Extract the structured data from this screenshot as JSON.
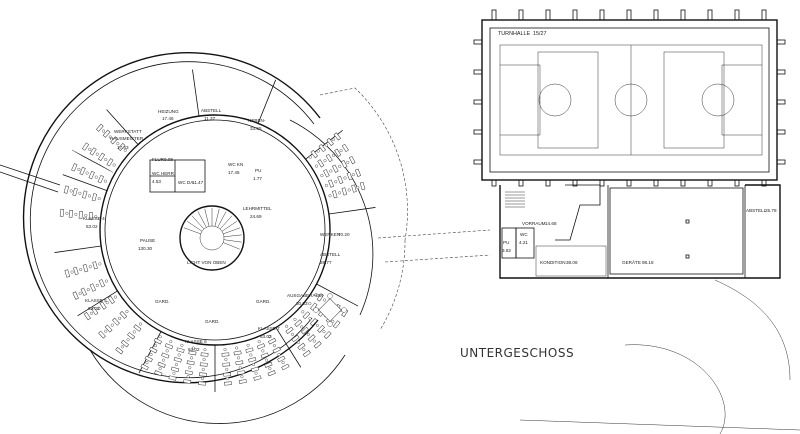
{
  "title": "UNTERGESCHOSS",
  "rooms": {
    "heizung": "HEIZUNG",
    "heizung_area": "17.46",
    "abstell": "ABSTELL",
    "abstell_area": "11.37",
    "neben": "NEBEN-",
    "neben_area": "33.55",
    "werkstatt": "WERKSTATT",
    "hausmeister": "HAUSMEISTER",
    "werkstatt_area": "17.43",
    "flur": "FLUR",
    "flur_area": "9.08",
    "wc_herren": "WC HERR",
    "wc_herren_area": "4.53",
    "wc_damen": "WC DA",
    "wc_damen_area": "11.47",
    "wc_kn": "WC KN",
    "wc_kn_area": "17.45",
    "pu_left": "PU",
    "pu_left_area": "1.77",
    "lehrmittel": "LEHRMITTEL",
    "lehrmittel_area": "24.69",
    "klasse4": "KLASSE 4",
    "klasse4_area": "63.02",
    "pause": "PAUSE",
    "pause_area": "130.30",
    "licht": "LICHT VON OBEN",
    "werken": "WERKEN",
    "werken_area": "70.20",
    "abstell2": "ABSTELL",
    "abstell2_area": "28.77",
    "klasse5": "KLASSE 5",
    "klasse5_area": "63.02",
    "gard1": "GARD.",
    "gard2": "GARD.",
    "gard3": "GARD.",
    "ausgabe": "AUSGABERAUM",
    "ausgabe_area": "30.33",
    "klasse6": "KLASSE 6",
    "klasse6_area": "63.02",
    "klasse7": "KLASSE 7",
    "klasse7_area": "63.02",
    "turnhalle": "TURNHALLE",
    "turnhalle_area": "15/27",
    "vorraum": "VORRAUM",
    "vorraum_area": "14.68",
    "pu_right": "PU",
    "pu_right_area": "3.82",
    "wc_right": "WC",
    "wc_right_area": "4.21",
    "konditor": "KONDITION",
    "konditor_area": "38.06",
    "geraete": "GERÄTE",
    "geraete_area": "98.18",
    "abstell3": "ABSTELL",
    "abstell3_area": "25.78"
  }
}
